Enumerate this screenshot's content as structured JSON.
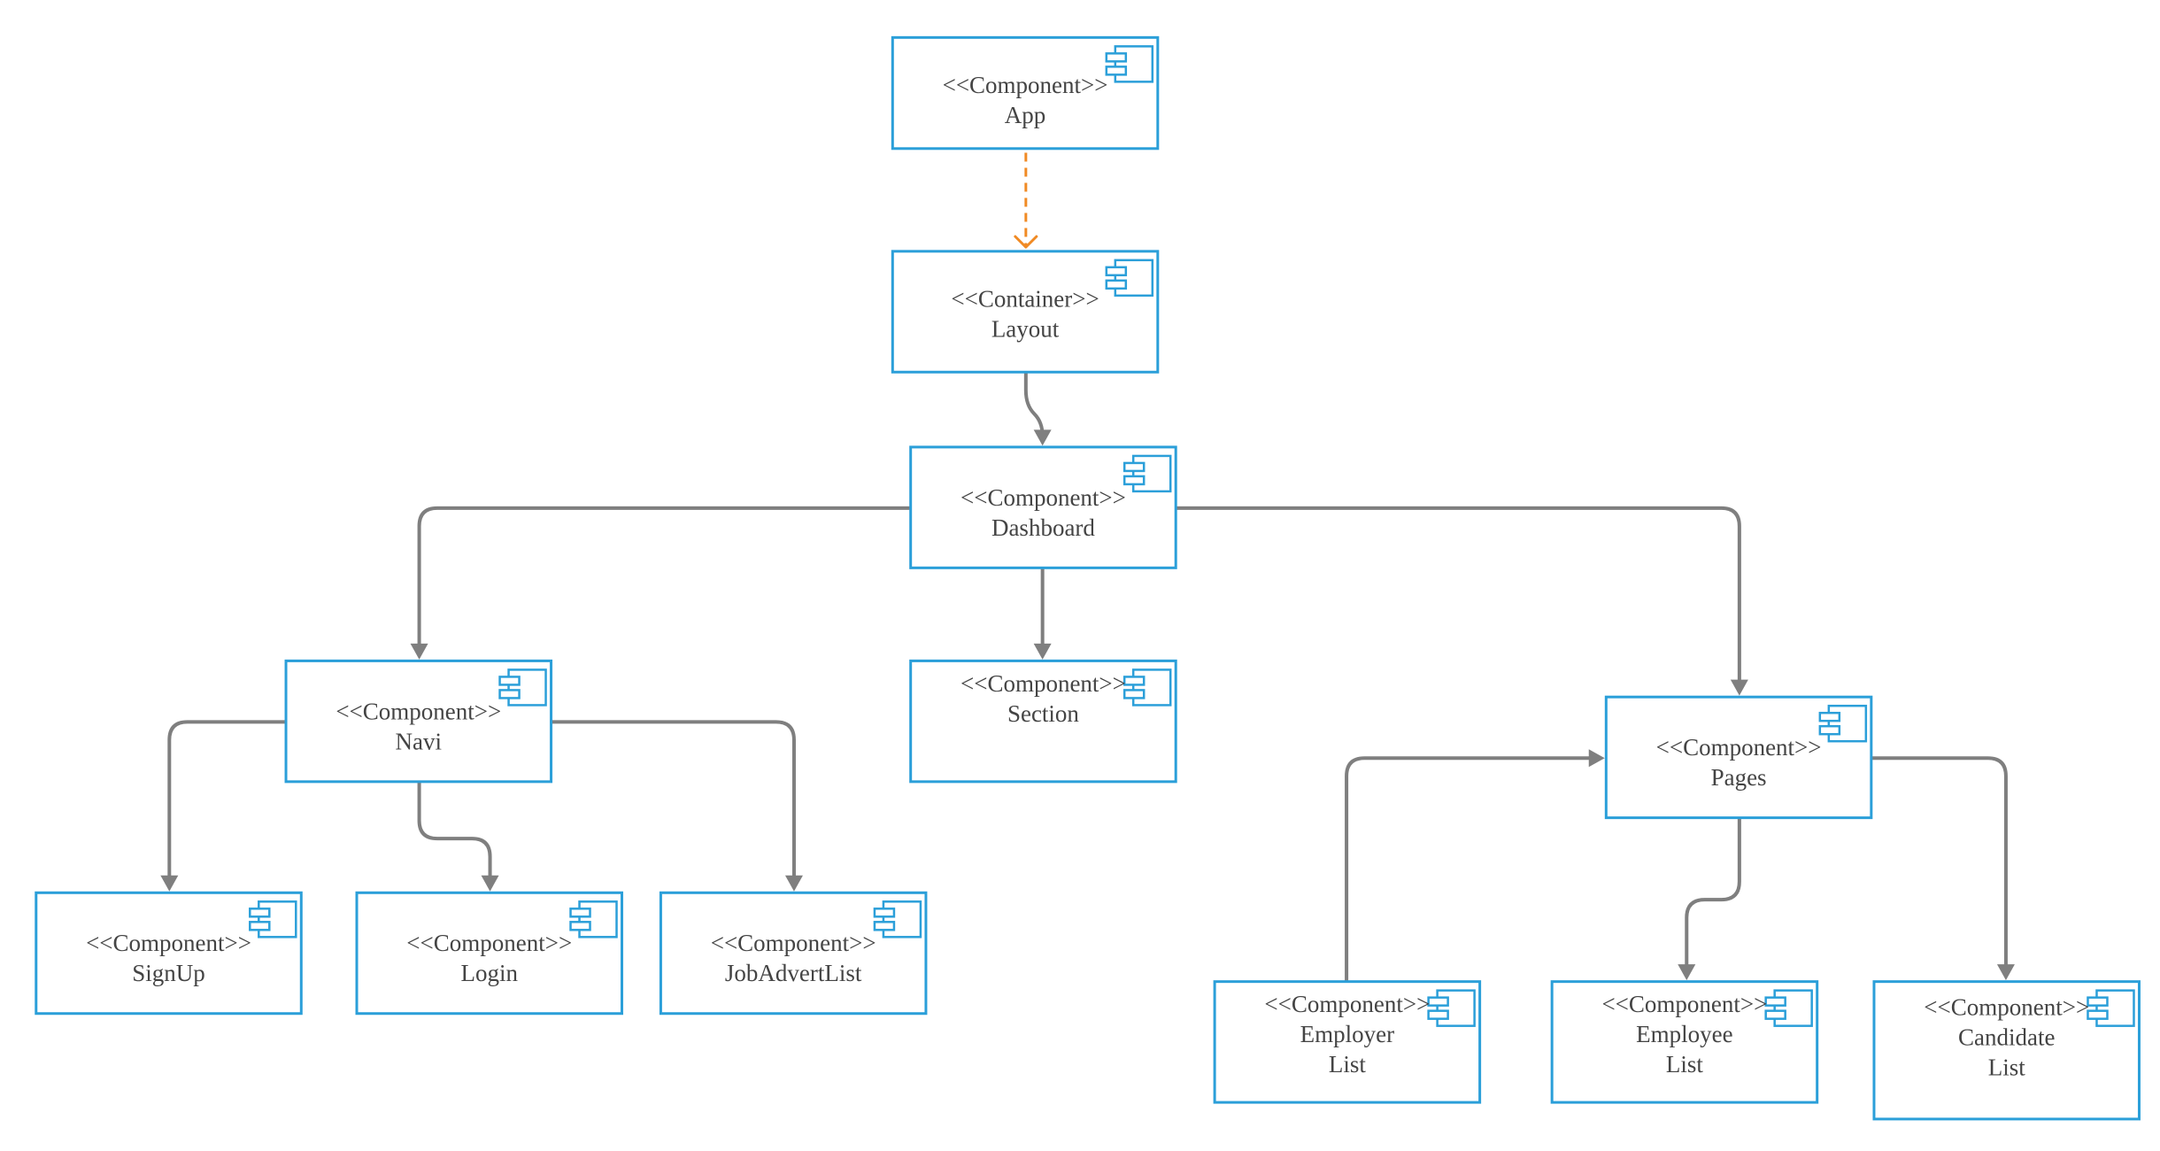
{
  "colors": {
    "box_border": "#2b9fd9",
    "edge": "#7f7f7f",
    "dependency": "#f08a24",
    "text": "#444444"
  },
  "nodes": {
    "app": {
      "stereotype": "<<Component>>",
      "name": [
        "App"
      ]
    },
    "layout": {
      "stereotype": "<<Container>>",
      "name": [
        "Layout"
      ]
    },
    "dashboard": {
      "stereotype": "<<Component>>",
      "name": [
        "Dashboard"
      ]
    },
    "navi": {
      "stereotype": "<<Component>>",
      "name": [
        "Navi"
      ]
    },
    "section": {
      "stereotype": "<<Component>>",
      "name": [
        "Section"
      ]
    },
    "pages": {
      "stereotype": "<<Component>>",
      "name": [
        "Pages"
      ]
    },
    "signup": {
      "stereotype": "<<Component>>",
      "name": [
        "SignUp"
      ]
    },
    "login": {
      "stereotype": "<<Component>>",
      "name": [
        "Login"
      ]
    },
    "jobadvert": {
      "stereotype": "<<Component>>",
      "name": [
        "JobAdvertList"
      ]
    },
    "employer": {
      "stereotype": "<<Component>>",
      "name": [
        "Employer",
        "List"
      ]
    },
    "employee": {
      "stereotype": "<<Component>>",
      "name": [
        "Employee",
        "List"
      ]
    },
    "candidate": {
      "stereotype": "<<Component>>",
      "name": [
        "Candidate",
        "List"
      ]
    }
  },
  "edges": [
    {
      "from": "app",
      "to": "layout",
      "style": "dependency"
    },
    {
      "from": "layout",
      "to": "dashboard",
      "style": "association"
    },
    {
      "from": "dashboard",
      "to": "navi",
      "style": "association"
    },
    {
      "from": "dashboard",
      "to": "section",
      "style": "association"
    },
    {
      "from": "dashboard",
      "to": "pages",
      "style": "association"
    },
    {
      "from": "navi",
      "to": "signup",
      "style": "association"
    },
    {
      "from": "navi",
      "to": "login",
      "style": "association"
    },
    {
      "from": "navi",
      "to": "jobadvert",
      "style": "association"
    },
    {
      "from": "employer",
      "to": "pages",
      "style": "association"
    },
    {
      "from": "pages",
      "to": "employee",
      "style": "association"
    },
    {
      "from": "pages",
      "to": "candidate",
      "style": "association"
    }
  ]
}
